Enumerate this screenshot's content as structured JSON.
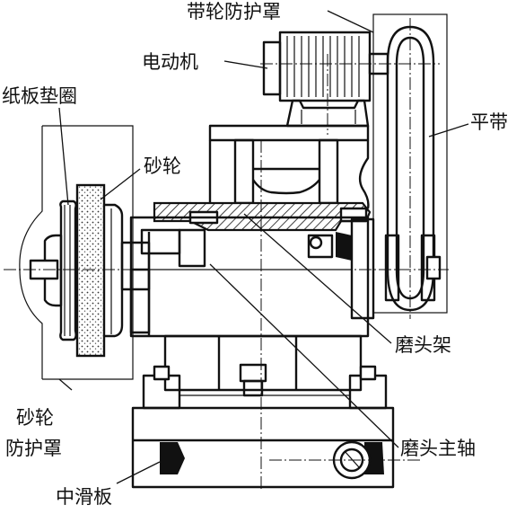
{
  "labels": {
    "pulley_guard": "带轮防护罩",
    "motor": "电动机",
    "paper_gasket": "纸板垫圈",
    "grinding_wheel": "砂轮",
    "flat_belt": "平带",
    "grinding_head_frame": "磨头架",
    "wheel_guard_line1": "砂轮",
    "wheel_guard_line2": "防护罩",
    "spindle": "磨头主轴",
    "middle_slide": "中滑板"
  }
}
